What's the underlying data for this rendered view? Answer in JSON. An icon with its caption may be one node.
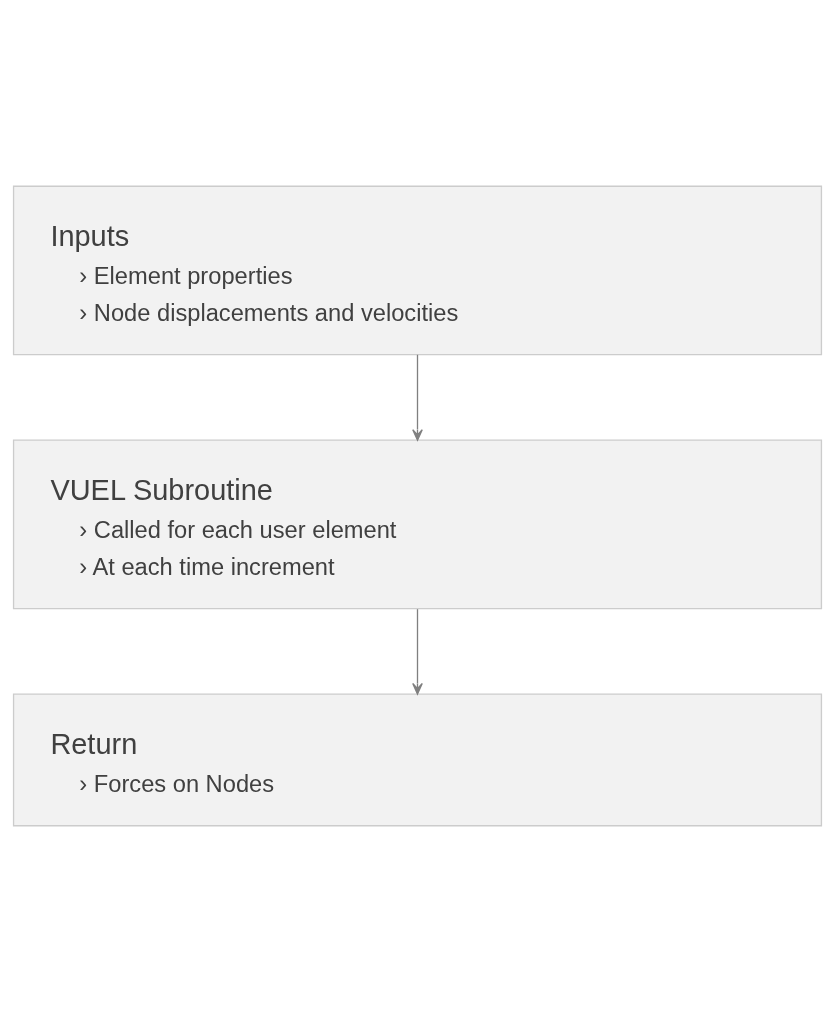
{
  "diagram": {
    "nodes": [
      {
        "text": [
          "Inputs",
          "› Element properties",
          "› Node displacements and velocities"
        ]
      },
      {
        "text": [
          "VUEL Subroutine",
          "› Called for each user element",
          "› At each time increment"
        ]
      },
      {
        "text": [
          "Return",
          "› Forces on Nodes"
        ]
      }
    ],
    "edges": [
      {
        "from": 0,
        "to": 1,
        "arrow": "to"
      },
      {
        "from": 1,
        "to": 2,
        "arrow": "to"
      }
    ]
  }
}
